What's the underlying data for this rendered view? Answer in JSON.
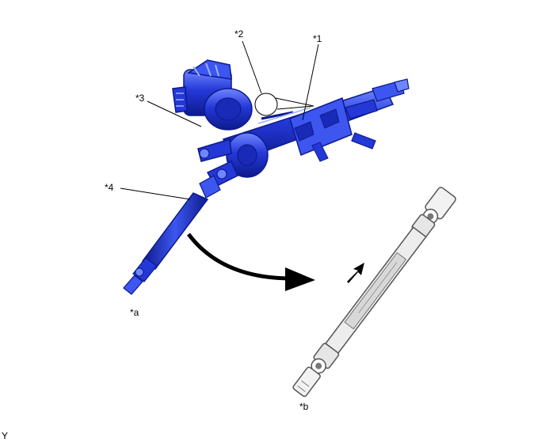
{
  "callouts": {
    "c1": "*1",
    "c2": "*2",
    "c3": "*3",
    "c4": "*4",
    "ca": "*a",
    "cb": "*b"
  },
  "figure_code": "Y",
  "colors": {
    "part_blue": "#2438d8",
    "part_blue_dark": "#0d1a8c",
    "part_blue_light": "#6f86ff",
    "leader_line": "#000000",
    "outline_part": "#555555",
    "arrow": "#000000"
  },
  "icons": {
    "steering_column": "steering-column-assembly-illustration",
    "intermediate_shaft": "intermediate-shaft-illustration",
    "movement_arrow": "curved-arrow-icon",
    "direction_arrow": "direction-arrow-icon"
  }
}
